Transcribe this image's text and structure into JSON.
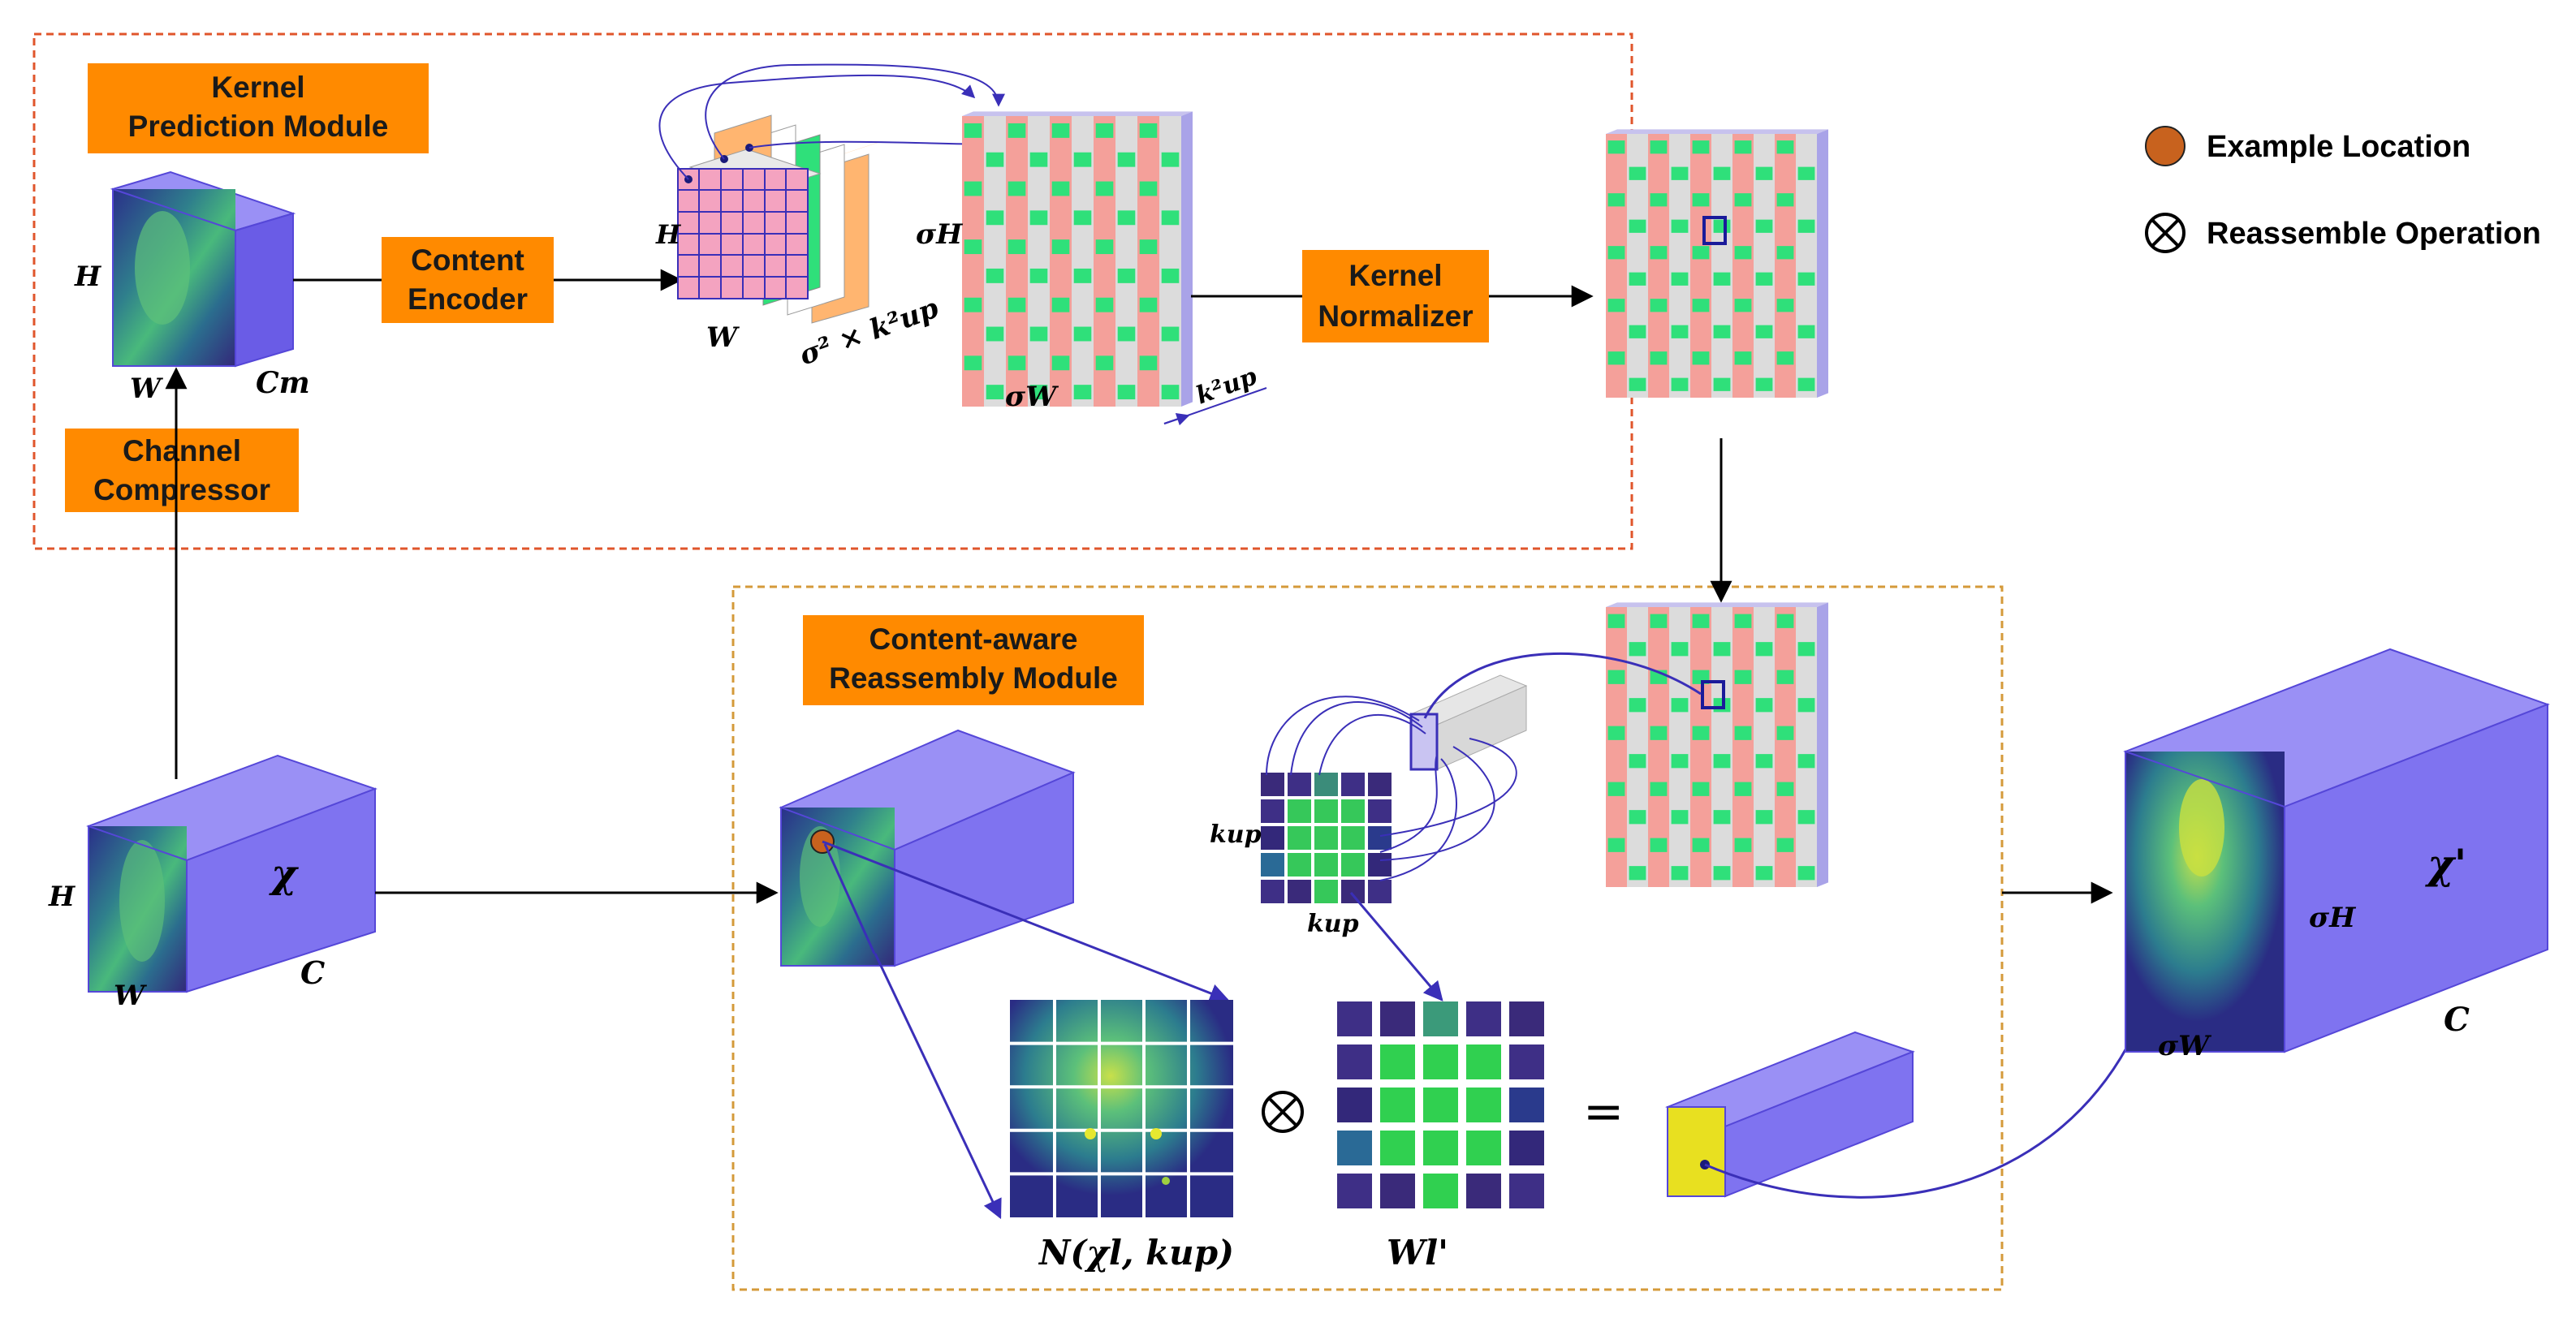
{
  "modules": {
    "kernel_prediction": {
      "line1": "Kernel",
      "line2": "Prediction Module"
    },
    "reassembly": {
      "line1": "Content-aware",
      "line2": "Reassembly Module"
    }
  },
  "blocks": {
    "content_encoder": {
      "line1": "Content",
      "line2": "Encoder"
    },
    "kernel_normalizer": {
      "line1": "Kernel",
      "line2": "Normalizer"
    },
    "channel_compressor": {
      "line1": "Channel",
      "line2": "Compressor"
    }
  },
  "legend": {
    "example_location": "Example Location",
    "reassemble_operation": "Reassemble Operation"
  },
  "labels": {
    "H": "H",
    "W": "W",
    "Cm": "Cm",
    "C": "C",
    "chi": "χ",
    "chi_prime": "χ'",
    "sigmaH": "σH",
    "sigmaW": "σW",
    "sigma_k": "σ² × k²up",
    "k2up": "k²up",
    "kup": "kup",
    "neighborhood": "N(χl, kup)",
    "weights": "Wl'",
    "otimes": "⊗",
    "equals": "="
  },
  "colors": {
    "cube_face": "#7f73f0",
    "cube_top": "#9a90f5",
    "cube_side": "#6a5ce6",
    "block_fill": "#ff8a00",
    "frame_red": "#e0552b",
    "frame_orange": "#d49a3a",
    "stripe_pink": "#f4a09a",
    "stripe_gray": "#dcdcdc",
    "stripe_green": "#2fe07a",
    "arrow_blue": "#3a2fb8"
  }
}
